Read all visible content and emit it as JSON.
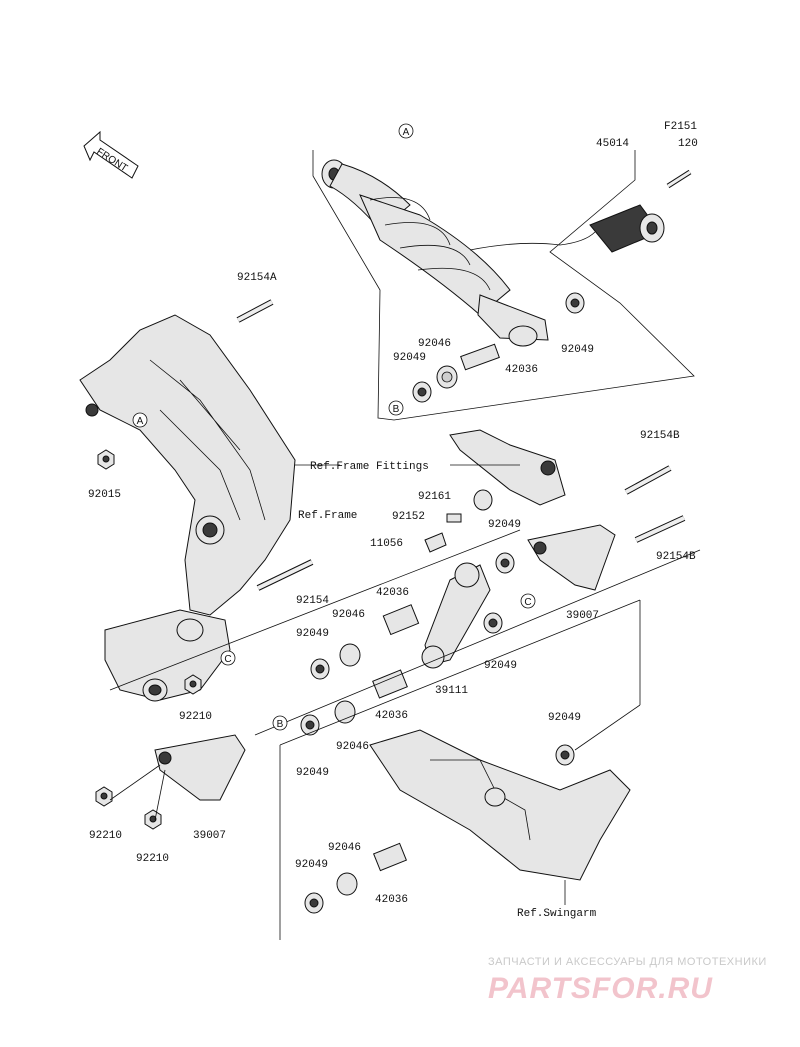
{
  "diagram_code": "F2151",
  "front_label": "FRONT",
  "parts": {
    "p45014": "45014",
    "p120": "120",
    "p92154A": "92154A",
    "p92015": "92015",
    "p92046_top": "92046",
    "p92049_top_left": "92049",
    "p92049_top_right": "92049",
    "p42036_top": "42036",
    "p92154B_top": "92154B",
    "p92161": "92161",
    "p92152": "92152",
    "p11056": "11056",
    "p92049_mid": "92049",
    "p92154B_mid": "92154B",
    "p39007_right": "39007",
    "p92154": "92154",
    "p42036_mid": "42036",
    "p92046_mid": "92046",
    "p92049_mid_left": "92049",
    "p92049_mid_right": "92049",
    "p39111": "39111",
    "p92210_left": "92210",
    "p42036_low": "42036",
    "p92049_low_right": "92049",
    "p92046_low": "92046",
    "p92049_low_left": "92049",
    "p92210_a": "92210",
    "p92210_b": "92210",
    "p39007_left": "39007",
    "p92046_bottom": "92046",
    "p92049_bottom": "92049",
    "p42036_bottom": "42036"
  },
  "refs": {
    "frame_fittings": "Ref.Frame Fittings",
    "frame": "Ref.Frame",
    "swingarm": "Ref.Swingarm"
  },
  "callouts": {
    "a": "A",
    "b": "B",
    "c": "C"
  },
  "watermark": {
    "line1": "ЗАПЧАСТИ И АКСЕССУАРЫ ДЛЯ МОТОТЕХНИКИ",
    "line2": "PARTSFOR.RU"
  }
}
